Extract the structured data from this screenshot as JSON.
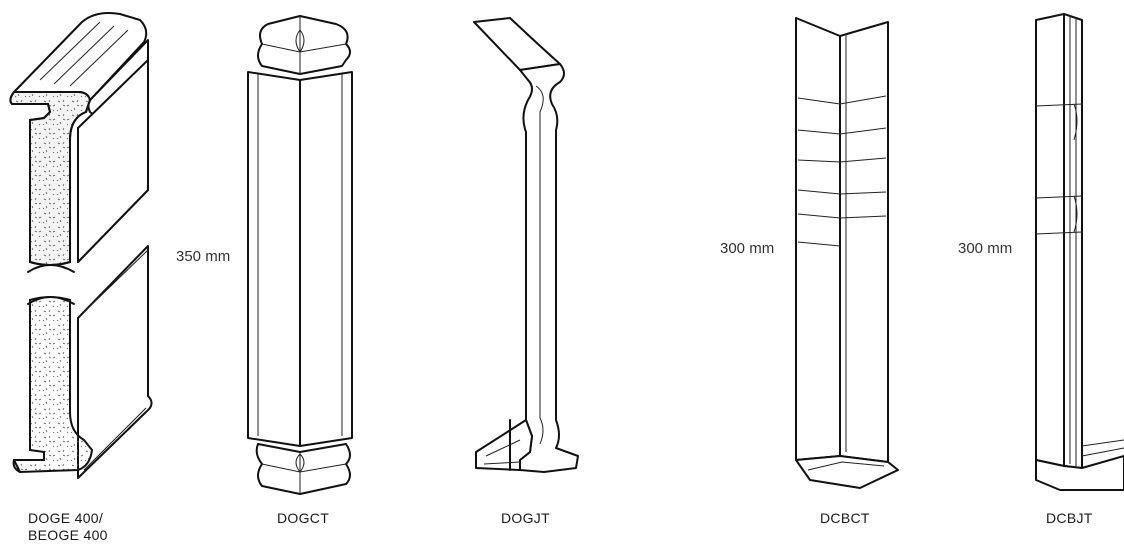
{
  "products": [
    {
      "id": "doge",
      "label_line1": "DOGE 400/",
      "label_line2": "BEOGE 400"
    },
    {
      "id": "dogct",
      "label": "DOGCT",
      "dimension": "350 mm"
    },
    {
      "id": "dogjt",
      "label": "DOGJT"
    },
    {
      "id": "dcbct",
      "label": "DCBCT",
      "dimension": "300 mm"
    },
    {
      "id": "dcbjt",
      "label": "DCBJT",
      "dimension": "300 mm"
    }
  ]
}
